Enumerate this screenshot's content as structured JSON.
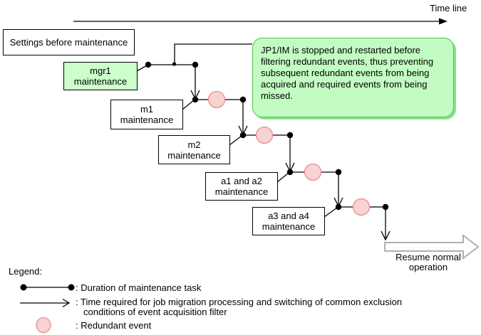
{
  "header": {
    "timeline_label": "Time line"
  },
  "diagram": {
    "settings_label": "Settings before maintenance",
    "callout_text": "JP1/IM is stopped and restarted before\nfiltering redundant events, thus preventing\nsubsequent redundant events from being\nacquired and required events from being\nmissed.",
    "tasks": [
      {
        "id": "mgr1",
        "label": "mgr1\nmaintenance"
      },
      {
        "id": "m1",
        "label": "m1\nmaintenance"
      },
      {
        "id": "m2",
        "label": "m2\nmaintenance"
      },
      {
        "id": "a1-a2",
        "label": "a1 and a2\nmaintenance"
      },
      {
        "id": "a3-a4",
        "label": "a3 and a4\nmaintenance"
      }
    ],
    "resume_label": "Resume normal\noperation"
  },
  "legend": {
    "title": "Legend:",
    "duration_label": ": Duration of maintenance task",
    "migration_label_line1": ": Time required for job migration processing and switching of common exclusion",
    "migration_label_line2": "conditions of event acquisition filter",
    "redundant_label": ": Redundant event"
  },
  "colors": {
    "task_box_green": "#ccffcc",
    "callout_fill": "#c2fcc2",
    "callout_border": "#4fc24f",
    "redundant_event_fill": "#f9d2d2",
    "redundant_event_border": "#e78f8f",
    "resume_arrow_gray": "#b0b0b0",
    "line_black": "#000000"
  }
}
